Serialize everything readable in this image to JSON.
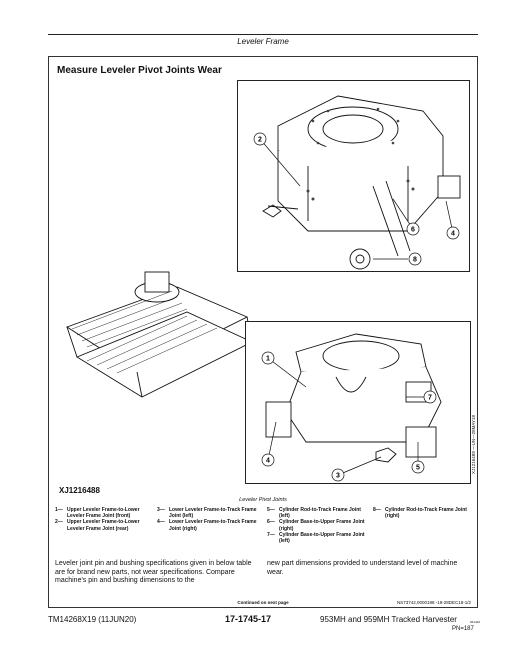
{
  "header": {
    "title": "Leveler Frame"
  },
  "section": {
    "title": "Measure Leveler Pivot Joints Wear"
  },
  "figure": {
    "id": "XJ1216488",
    "vertical_id": "XJ1216488 —UN—28MAY18",
    "caption_title": "Leveler Pivot Joints",
    "callouts": [
      "1",
      "2",
      "3",
      "4",
      "5",
      "6",
      "7",
      "8"
    ]
  },
  "legend": {
    "col1": [
      {
        "num": "1—",
        "text": "Upper Leveler Frame-to-Lower Leveler Frame Joint (front)"
      },
      {
        "num": "2—",
        "text": "Upper Leveler Frame-to-Lower Leveler Frame Joint (rear)"
      }
    ],
    "col2": [
      {
        "num": "3—",
        "text": "Lower Leveler Frame-to-Track Frame Joint (left)"
      },
      {
        "num": "4—",
        "text": "Lower Leveler Frame-to-Track Frame Joint (right)"
      }
    ],
    "col3": [
      {
        "num": "5—",
        "text": "Cylinder Rod-to-Track Frame Joint (left)"
      },
      {
        "num": "6—",
        "text": "Cylinder Base-to-Upper Frame Joint (right)"
      },
      {
        "num": "7—",
        "text": "Cylinder Base-to-Upper Frame Joint (left)"
      }
    ],
    "col4": [
      {
        "num": "8—",
        "text": "Cylinder Rod-to-Track Frame Joint (right)"
      }
    ]
  },
  "body": {
    "left": "Leveler joint pin and bushing specifications given in below table are for brand new parts, not wear specifications. Compare machine's pin and bushing dimensions to the",
    "right": "new part dimensions provided to understand level of machine wear."
  },
  "continued": "Continued on next page",
  "revision_code": "NS73742,0000188 -19-28DEC18-1/2",
  "footer": {
    "doc_id": "TM14268X19 (11JUN20)",
    "page_ref": "17-1745-17",
    "product": "953MH and 959MH Tracked Harvester",
    "tiny": "061420",
    "page_number": "PN=187"
  }
}
